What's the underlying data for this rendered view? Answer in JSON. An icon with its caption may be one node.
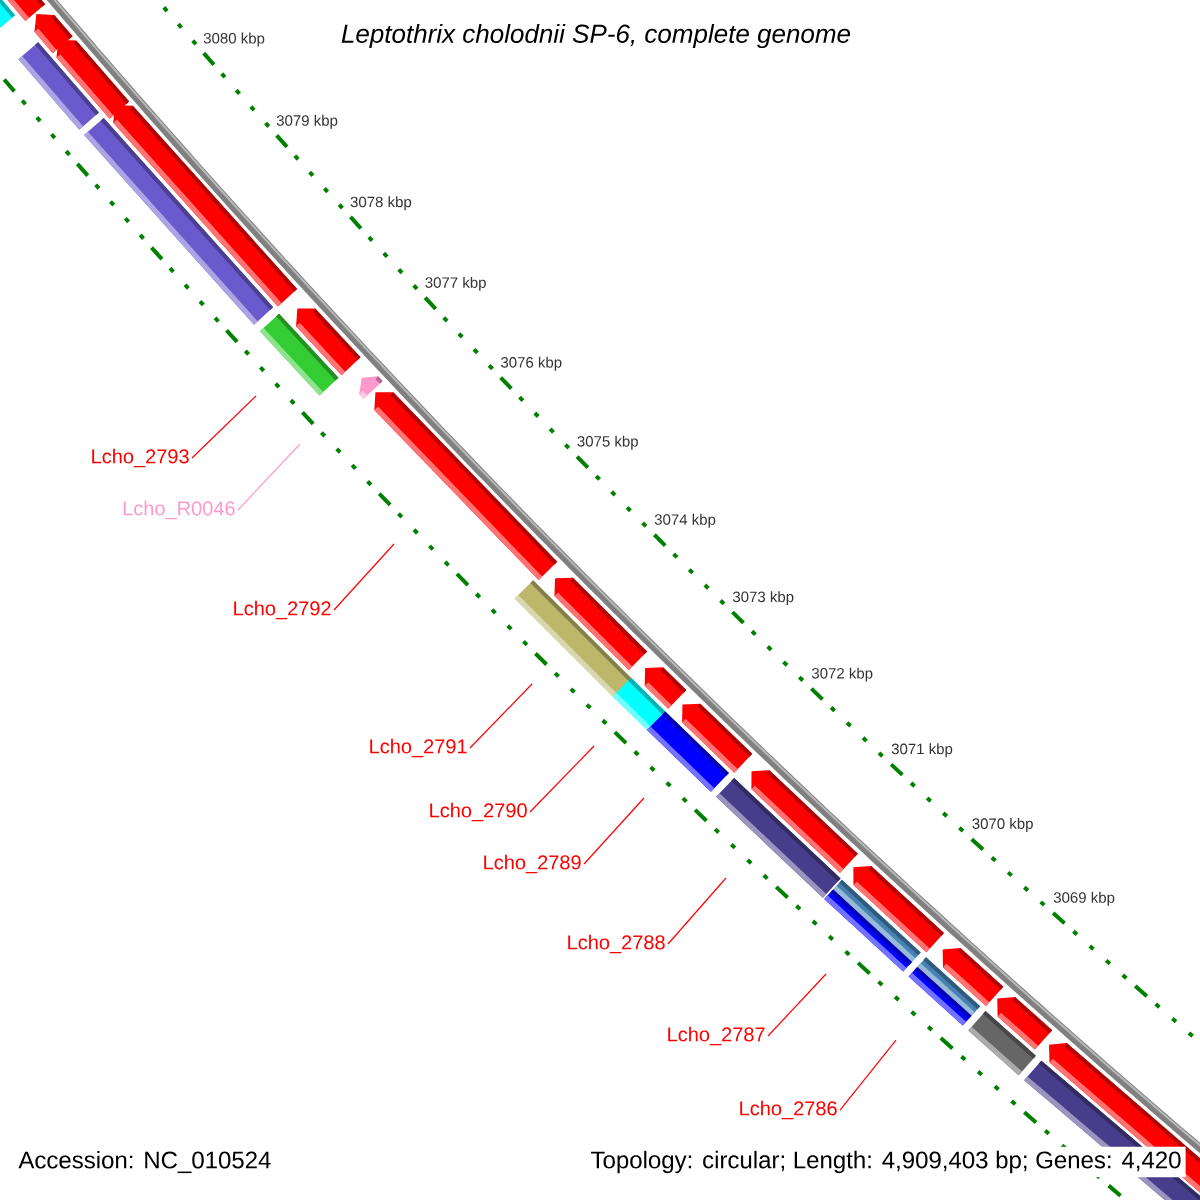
{
  "diagram": {
    "title": "Leptothrix cholodnii SP-6, complete genome",
    "nodes": [
      {
        "text": [
          "Lcho_2793"
        ]
      },
      {
        "text": [
          "Lcho_R0046"
        ]
      },
      {
        "text": [
          "Lcho_2792"
        ]
      },
      {
        "text": [
          "Lcho_2791"
        ]
      },
      {
        "text": [
          "Lcho_2790"
        ]
      },
      {
        "text": [
          "Lcho_2789"
        ]
      },
      {
        "text": [
          "Lcho_2788"
        ]
      },
      {
        "text": [
          "Lcho_2787"
        ]
      },
      {
        "text": [
          "Lcho_2786"
        ]
      }
    ],
    "edges": [
      {
        "from": 0,
        "to": null,
        "arrow": "none"
      },
      {
        "from": 1,
        "to": null,
        "arrow": "none",
        "color": "#ff99cc"
      },
      {
        "from": 2,
        "to": null,
        "arrow": "none"
      },
      {
        "from": 3,
        "to": null,
        "arrow": "none"
      },
      {
        "from": 4,
        "to": null,
        "arrow": "none"
      },
      {
        "from": 5,
        "to": null,
        "arrow": "none"
      },
      {
        "from": 6,
        "to": null,
        "arrow": "none"
      },
      {
        "from": 7,
        "to": null,
        "arrow": "none"
      },
      {
        "from": 8,
        "to": null,
        "arrow": "none"
      }
    ],
    "labels": [
      "3080 kbp",
      "3079 kbp",
      "3078 kbp",
      "3077 kbp",
      "3076 kbp",
      "3075 kbp",
      "3074 kbp",
      "3073 kbp",
      "3072 kbp",
      "3071 kbp",
      "3070 kbp",
      "3069 kbp",
      "Accession: NC_010524",
      "Topology: circular; Length: 4,909,403 bp; Genes: 4,420"
    ]
  }
}
